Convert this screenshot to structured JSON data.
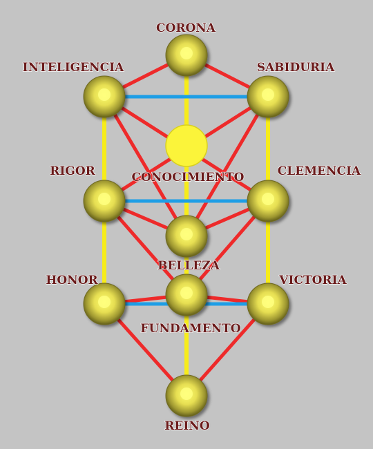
{
  "nodes": [
    {
      "id": "corona",
      "label": "CORONA"
    },
    {
      "id": "inteligencia",
      "label": "INTELIGENCIA"
    },
    {
      "id": "sabiduria",
      "label": "SABIDURIA"
    },
    {
      "id": "conocimiento",
      "label": "CONOCIMIENTO"
    },
    {
      "id": "rigor",
      "label": "RIGOR"
    },
    {
      "id": "clemencia",
      "label": "CLEMENCIA"
    },
    {
      "id": "belleza",
      "label": "BELLEZA"
    },
    {
      "id": "honor",
      "label": "HONOR"
    },
    {
      "id": "victoria",
      "label": "VICTORIA"
    },
    {
      "id": "fundamento",
      "label": "FUNDAMENTO"
    },
    {
      "id": "reino",
      "label": "REINO"
    }
  ],
  "colors": {
    "background": "#c4c4c4",
    "path_red": "#ee2a2a",
    "path_blue": "#1e9ee6",
    "path_yellow": "#f7ec1a",
    "sphere": "#e8e05a",
    "hidden_sphere": "#fbf43a",
    "label_text": "#6a1a1a"
  }
}
